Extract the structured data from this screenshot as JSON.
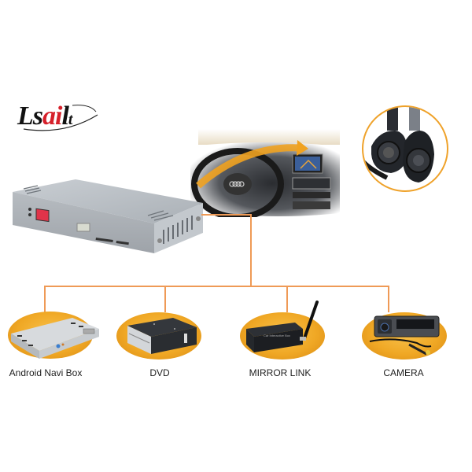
{
  "brand": {
    "logo_prefix": "L",
    "logo_s": "s",
    "logo_ai": "ai",
    "logo_suffix": "l",
    "logo_full": "Lsailt"
  },
  "colors": {
    "connector_line": "#ef9a56",
    "ellipse_orange": "#f0a825",
    "circle_border": "#efa22a",
    "logo_red": "#d6202a"
  },
  "main_unit": {
    "description": "Video interface box",
    "power_switch_color": "#e0344a"
  },
  "dashboard": {
    "description": "Car dashboard with navigation screen"
  },
  "connector_inset": {
    "description": "Cable connectors"
  },
  "devices": [
    {
      "label": "Android Navi Box"
    },
    {
      "label": "DVD"
    },
    {
      "label": "MIRROR LINK"
    },
    {
      "label": "CAMERA"
    }
  ]
}
